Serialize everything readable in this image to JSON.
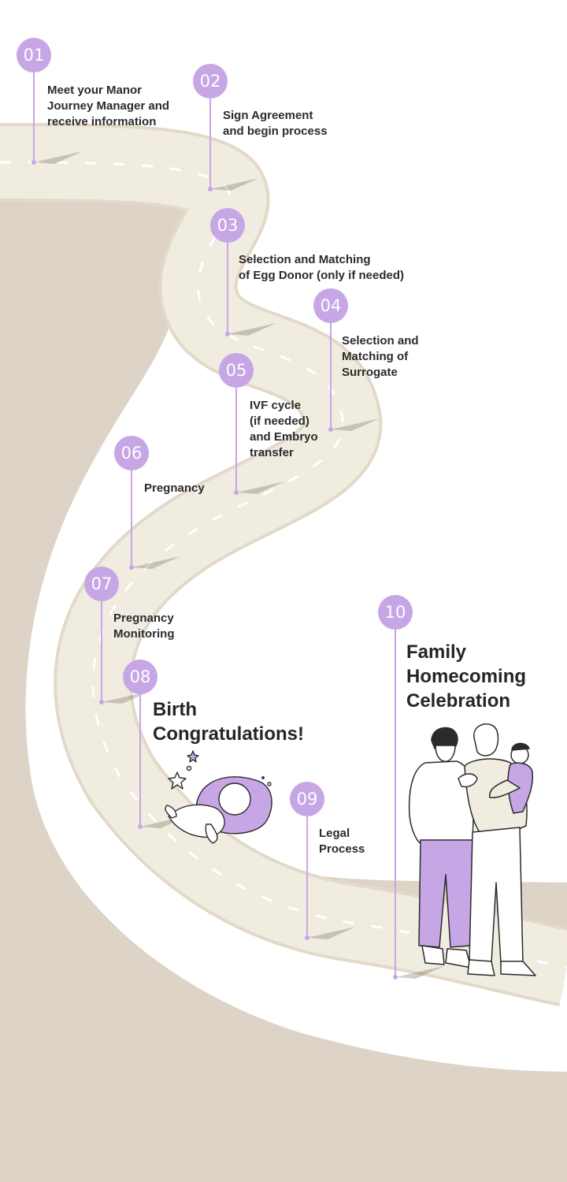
{
  "colors": {
    "ground": "#ddd3c7",
    "road": "#f1ece0",
    "road_edge": "#e2d9c9",
    "dash": "#ffffff",
    "accent": "#c7a6e6",
    "stem": "#c7a6e6",
    "text": "#2b2b2b"
  },
  "steps": [
    {
      "num": "01",
      "label": "Meet your Manor\nJourney Manager and\nreceive information"
    },
    {
      "num": "02",
      "label": "Sign Agreement\nand begin process"
    },
    {
      "num": "03",
      "label": "Selection and Matching\nof Egg Donor (only if needed)"
    },
    {
      "num": "04",
      "label": "Selection and\nMatching of\nSurrogate"
    },
    {
      "num": "05",
      "label": "IVF cycle\n(if needed)\nand Embryo\ntransfer"
    },
    {
      "num": "06",
      "label": "Pregnancy"
    },
    {
      "num": "07",
      "label": "Pregnancy\nMonitoring"
    },
    {
      "num": "08",
      "label": "Birth\nCongratulations!"
    },
    {
      "num": "09",
      "label": "Legal\nProcess"
    },
    {
      "num": "10",
      "label": "Family\nHomecoming\nCelebration"
    }
  ],
  "illustrations": {
    "baby": "sleeping-baby-illustration",
    "family": "family-with-baby-illustration"
  }
}
